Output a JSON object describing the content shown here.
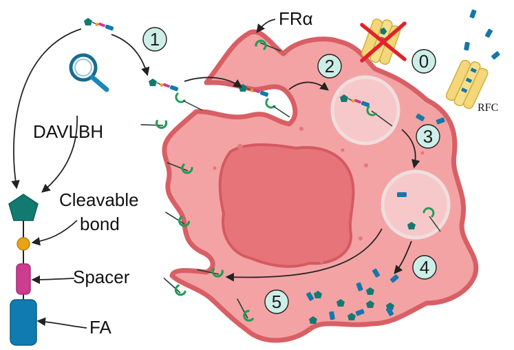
{
  "labels": {
    "frar": "FRα",
    "rfc": "RFC",
    "davlbh": "DAVLBH",
    "cleavable_line1": "Cleavable",
    "cleavable_line2": "bond",
    "spacer": "Spacer",
    "fa": "FA"
  },
  "steps": {
    "s0": "0",
    "s1": "1",
    "s2": "2",
    "s3": "3",
    "s4": "4",
    "s5": "5"
  },
  "colors": {
    "cell_fill": "#f4a3a5",
    "cell_border": "#d85f64",
    "nucleus": "#e67479",
    "receptor_green": "#1f9d55",
    "drug_teal": "#137a71",
    "linker_orange": "#e8a317",
    "spacer_magenta": "#cc3c8f",
    "fa_blue": "#0f7bb0",
    "rfc_yellow": "#f3d77a",
    "step_circle": "#cdeee6",
    "arrow": "#222222",
    "cross_red": "#e0242a"
  },
  "icons": {
    "search": "magnifier-icon",
    "cross": "cross-icon"
  }
}
